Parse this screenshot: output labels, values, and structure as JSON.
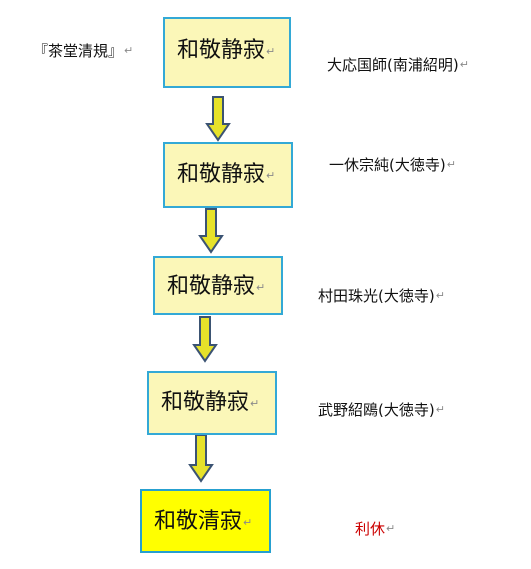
{
  "colors": {
    "box_fill": "#fbf7b8",
    "box_border": "#33a9d6",
    "final_fill": "#ffff00",
    "arrow_fill": "#e6e22a",
    "arrow_stroke": "#3b5373",
    "accent_red": "#cc0000"
  },
  "paragraph_mark": "↵",
  "source_label": "『茶堂清規』",
  "steps": [
    {
      "text": "和敬静寂",
      "person": "大応国師(南浦紹明)"
    },
    {
      "text": "和敬静寂",
      "person": "一休宗純(大徳寺)"
    },
    {
      "text": "和敬静寂",
      "person": "村田珠光(大徳寺)"
    },
    {
      "text": "和敬静寂",
      "person": "武野紹鴎(大徳寺)"
    },
    {
      "text": "和敬清寂",
      "person": "利休"
    }
  ]
}
